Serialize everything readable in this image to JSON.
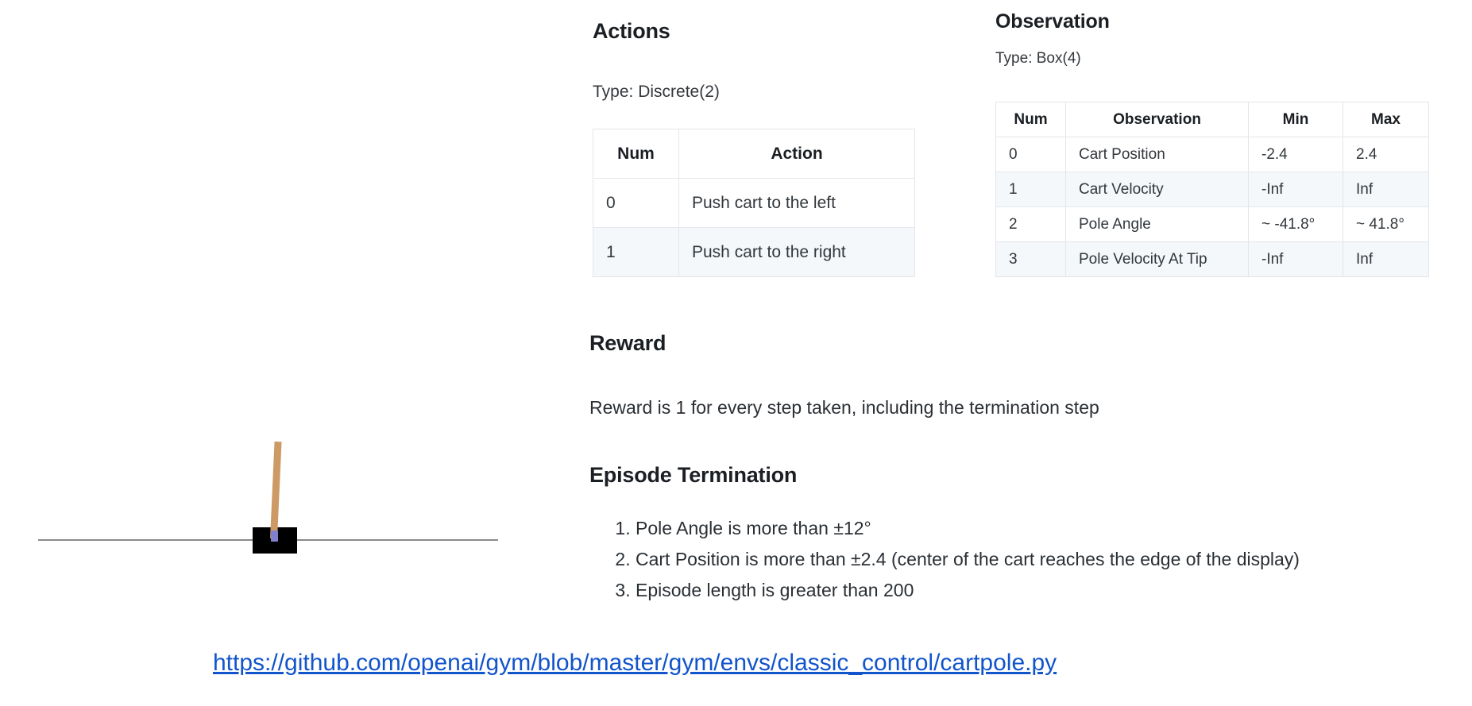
{
  "figure": {
    "name": "CartPole environment illustration",
    "cart_color": "#000000",
    "pole_color": "#cd9a66",
    "axle_color": "#8080d0",
    "track_color": "#8a8a8a"
  },
  "actions": {
    "heading": "Actions",
    "type_line": "Type: Discrete(2)",
    "table": {
      "columns": [
        "Num",
        "Action"
      ],
      "rows": [
        [
          "0",
          "Push cart to the left"
        ],
        [
          "1",
          "Push cart to the right"
        ]
      ]
    }
  },
  "observation": {
    "heading": "Observation",
    "type_line": "Type: Box(4)",
    "table": {
      "columns": [
        "Num",
        "Observation",
        "Min",
        "Max"
      ],
      "rows": [
        [
          "0",
          "Cart Position",
          "-2.4",
          "2.4"
        ],
        [
          "1",
          "Cart Velocity",
          "-Inf",
          "Inf"
        ],
        [
          "2",
          "Pole Angle",
          "~ -41.8°",
          "~ 41.8°"
        ],
        [
          "3",
          "Pole Velocity At Tip",
          "-Inf",
          "Inf"
        ]
      ]
    }
  },
  "reward": {
    "heading": "Reward",
    "text": "Reward is 1 for every step taken, including the termination step"
  },
  "termination": {
    "heading": "Episode Termination",
    "items": [
      "Pole Angle is more than ±12°",
      "Cart Position is more than ±2.4 (center of the cart reaches the edge of the display)",
      "Episode length is greater than 200"
    ]
  },
  "source": {
    "url_text": "https://github.com/openai/gym/blob/master/gym/envs/classic_control/cartpole.py",
    "color": "#1154cc"
  }
}
